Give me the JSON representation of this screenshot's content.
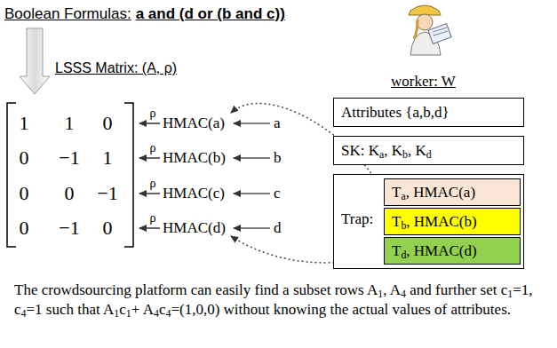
{
  "diagram": {
    "caption": "The crowdsourcing platform can easily find a subset rows A1, A4 and further set c1=1, c4=1 such that A1c1+ A4c4=(1,0,0) without knowing the actual values of attributes.",
    "nodes": [
      {
        "text": [
          "Attributes {a,b,d}"
        ]
      },
      {
        "text": [
          "SK: Ka, Kb, Kd"
        ]
      },
      {
        "text": [
          "Trap:"
        ]
      },
      {
        "text": [
          "Ta, HMAC(a)"
        ],
        "in": 2
      },
      {
        "text": [
          "Tb, HMAC(b)"
        ],
        "in": 2
      },
      {
        "text": [
          "Td, HMAC(d)"
        ],
        "in": 2
      }
    ],
    "labels": [
      "Boolean Formulas:",
      "a and (d or (b and c))",
      "LSSS Matrix: (A, ρ)",
      "1",
      "1",
      "0",
      "0",
      "−1",
      "1",
      "0",
      "0",
      "−1",
      "0",
      "−1",
      "0",
      "ρ",
      "ρ",
      "ρ",
      "ρ",
      "HMAC(a)",
      "HMAC(b)",
      "HMAC(c)",
      "HMAC(d)",
      "a",
      "b",
      "c",
      "d",
      "worker: W"
    ]
  }
}
